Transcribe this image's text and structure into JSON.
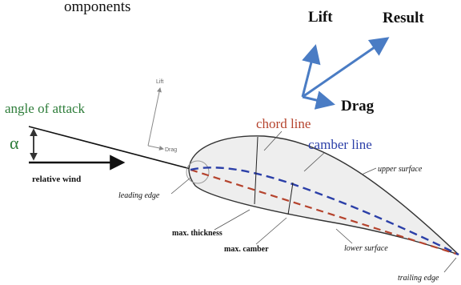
{
  "caption_fragment": "omponents",
  "force_vectors": {
    "lift": "Lift",
    "result": "Result",
    "drag": "Drag"
  },
  "mini_axes": {
    "lift": "Lift",
    "drag": "Drag"
  },
  "labels": {
    "angle_of_attack": "angle of attack",
    "alpha": "α",
    "relative_wind": "relative wind",
    "leading_edge": "leading edge",
    "chord_line": "chord line",
    "camber_line": "camber line",
    "upper_surface": "upper surface",
    "lower_surface": "lower surface",
    "max_thickness": "max. thickness",
    "max_camber": "max. camber",
    "trailing_edge": "trailing edge"
  },
  "colors": {
    "vector_blue": "#4a7cc4",
    "chord_red": "#b5432d",
    "camber_blue": "#2b3fa8",
    "aoa_green": "#2e7d3a",
    "airfoil_fill": "#eeeeee",
    "outline": "#333333"
  }
}
